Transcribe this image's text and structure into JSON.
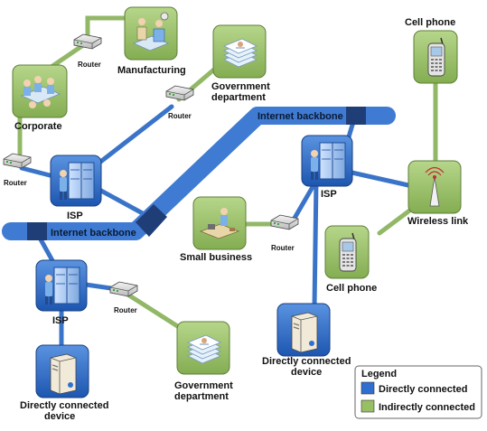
{
  "colors": {
    "direct": "#3a74c8",
    "indirect": "#92b867",
    "backbone": "#3f7bd2",
    "backbone_dark": "#1f3e78",
    "tile_blue": "#2f6fd0",
    "tile_green": "#97bf64"
  },
  "labels": {
    "router_tl": "Router",
    "manufacturing": "Manufacturing",
    "corporate": "Corporate",
    "router_left": "Router",
    "isp_left": "ISP",
    "gov_top": [
      "Government",
      "department"
    ],
    "router_gov_top": "Router",
    "backbone_top": "Internet backbone",
    "backbone_left": "Internet backbone",
    "isp_right": "ISP",
    "cell_phone_top": "Cell phone",
    "wireless_link": "Wireless link",
    "small_business": "Small business",
    "router_small": "Router",
    "cell_phone_mid": "Cell phone",
    "isp_bottom": "ISP",
    "router_bottom": "Router",
    "gov_bottom": [
      "Government",
      "department"
    ],
    "device_left": [
      "Directly connected",
      "device"
    ],
    "device_right": [
      "Directly connected",
      "device"
    ]
  },
  "legend": {
    "title": "Legend",
    "items": [
      {
        "label": "Directly connected",
        "color": "#2f6fd0"
      },
      {
        "label": "Indirectly connected",
        "color": "#97bf64"
      }
    ]
  },
  "icons": {
    "isp": "server-rack-icon",
    "router": "router-icon",
    "manufacturing": "factory-workers-icon",
    "corporate": "meeting-icon",
    "government": "documents-stack-icon",
    "small_business": "small-office-icon",
    "cell_phone": "cell-phone-icon",
    "wireless": "antenna-icon",
    "device": "desktop-tower-icon"
  }
}
